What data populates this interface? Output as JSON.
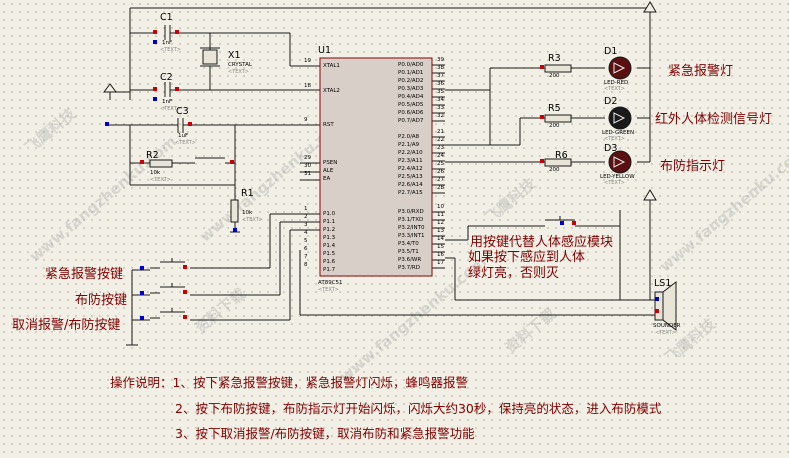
{
  "components": {
    "c1": {
      "ref": "C1",
      "value": "1nF",
      "text": "<TEXT>"
    },
    "c2": {
      "ref": "C2",
      "value": "1nF",
      "text": "<TEXT>"
    },
    "c3": {
      "ref": "C3",
      "value": "1uF",
      "text": "<TEXT>"
    },
    "x1": {
      "ref": "X1",
      "value": "CRYSTAL",
      "text": "<TEXT>"
    },
    "r1": {
      "ref": "R1",
      "value": "10k",
      "text": "<TEXT>"
    },
    "r2": {
      "ref": "R2",
      "value": "10k",
      "text": "<TEXT>"
    },
    "r3": {
      "ref": "R3",
      "value": "200",
      "text": "<TEXT>"
    },
    "r5": {
      "ref": "R5",
      "value": "200",
      "text": "<TEXT>"
    },
    "r6": {
      "ref": "R6",
      "value": "200",
      "text": "<TEXT>"
    },
    "d1": {
      "ref": "D1",
      "value": "LED-RED",
      "text": "<TEXT>"
    },
    "d2": {
      "ref": "D2",
      "value": "LED-GREEN",
      "text": "<TEXT>"
    },
    "d3": {
      "ref": "D3",
      "value": "LED-YELLOW",
      "text": "<TEXT>"
    },
    "u1": {
      "ref": "U1",
      "value": "AT89C51",
      "text": "<TEXT>"
    },
    "ls1": {
      "ref": "LS1",
      "value": "SOUNDER",
      "text": "<TEXT>"
    }
  },
  "u1_pins_left": [
    {
      "name": "XTAL1",
      "num": "19"
    },
    {
      "name": "XTAL2",
      "num": "18"
    },
    {
      "name": "RST",
      "num": "9"
    },
    {
      "name": "PSEN",
      "num": "29"
    },
    {
      "name": "ALE",
      "num": "30"
    },
    {
      "name": "EA",
      "num": "31"
    },
    {
      "name": "P1.0",
      "num": "1"
    },
    {
      "name": "P1.1",
      "num": "2"
    },
    {
      "name": "P1.2",
      "num": "3"
    },
    {
      "name": "P1.3",
      "num": "4"
    },
    {
      "name": "P1.4",
      "num": "5"
    },
    {
      "name": "P1.5",
      "num": "6"
    },
    {
      "name": "P1.6",
      "num": "7"
    },
    {
      "name": "P1.7",
      "num": "8"
    }
  ],
  "u1_pins_right": [
    {
      "name": "P0.0/AD0",
      "num": "39"
    },
    {
      "name": "P0.1/AD1",
      "num": "38"
    },
    {
      "name": "P0.2/AD2",
      "num": "37"
    },
    {
      "name": "P0.3/AD3",
      "num": "36"
    },
    {
      "name": "P0.4/AD4",
      "num": "35"
    },
    {
      "name": "P0.5/AD5",
      "num": "34"
    },
    {
      "name": "P0.6/AD6",
      "num": "33"
    },
    {
      "name": "P0.7/AD7",
      "num": "32"
    },
    {
      "name": "P2.0/A8",
      "num": "21"
    },
    {
      "name": "P2.1/A9",
      "num": "22"
    },
    {
      "name": "P2.2/A10",
      "num": "23"
    },
    {
      "name": "P2.3/A11",
      "num": "24"
    },
    {
      "name": "P2.4/A12",
      "num": "25"
    },
    {
      "name": "P2.5/A13",
      "num": "26"
    },
    {
      "name": "P2.6/A14",
      "num": "27"
    },
    {
      "name": "P2.7/A15",
      "num": "28"
    },
    {
      "name": "P3.0/RXD",
      "num": "10"
    },
    {
      "name": "P3.1/TXD",
      "num": "11"
    },
    {
      "name": "P3.2/INT0",
      "num": "12"
    },
    {
      "name": "P3.3/INT1",
      "num": "13"
    },
    {
      "name": "P3.4/T0",
      "num": "14"
    },
    {
      "name": "P3.5/T1",
      "num": "15"
    },
    {
      "name": "P3.6/WR",
      "num": "16"
    },
    {
      "name": "P3.7/RD",
      "num": "17"
    }
  ],
  "labels": {
    "led_alarm": "紧急报警灯",
    "led_infrared": "红外人体检测信号灯",
    "led_arm": "布防指示灯",
    "btn_alarm": "紧急报警按键",
    "btn_arm": "布防按键",
    "btn_cancel": "取消报警/布防按键",
    "sensor_note_1": "用按键代替人体感应模块",
    "sensor_note_2": "如果按下感应到人体",
    "sensor_note_3": "绿灯亮，否则灭"
  },
  "instructions": {
    "line1": "操作说明：1、按下紧急报警按键，紧急报警灯闪烁，蜂鸣器报警",
    "line2": "2、按下布防按键，布防指示灯开始闪烁，闪烁大约30秒，保持亮的状态，进入布防模式",
    "line3": "3、按下取消报警/布防按键，取消布防和紧急报警功能"
  },
  "watermarks": [
    "飞鹰科技",
    "www.fangzhenku.com",
    "资料下载"
  ],
  "colors": {
    "background": "#f2f0e6",
    "wire": "#1a1a1a",
    "text_red": "#800000",
    "chip_fill": "#d8d0c8",
    "chip_border": "#8b0000",
    "pin_red": "#cc0000",
    "pin_blue": "#0000cc"
  }
}
